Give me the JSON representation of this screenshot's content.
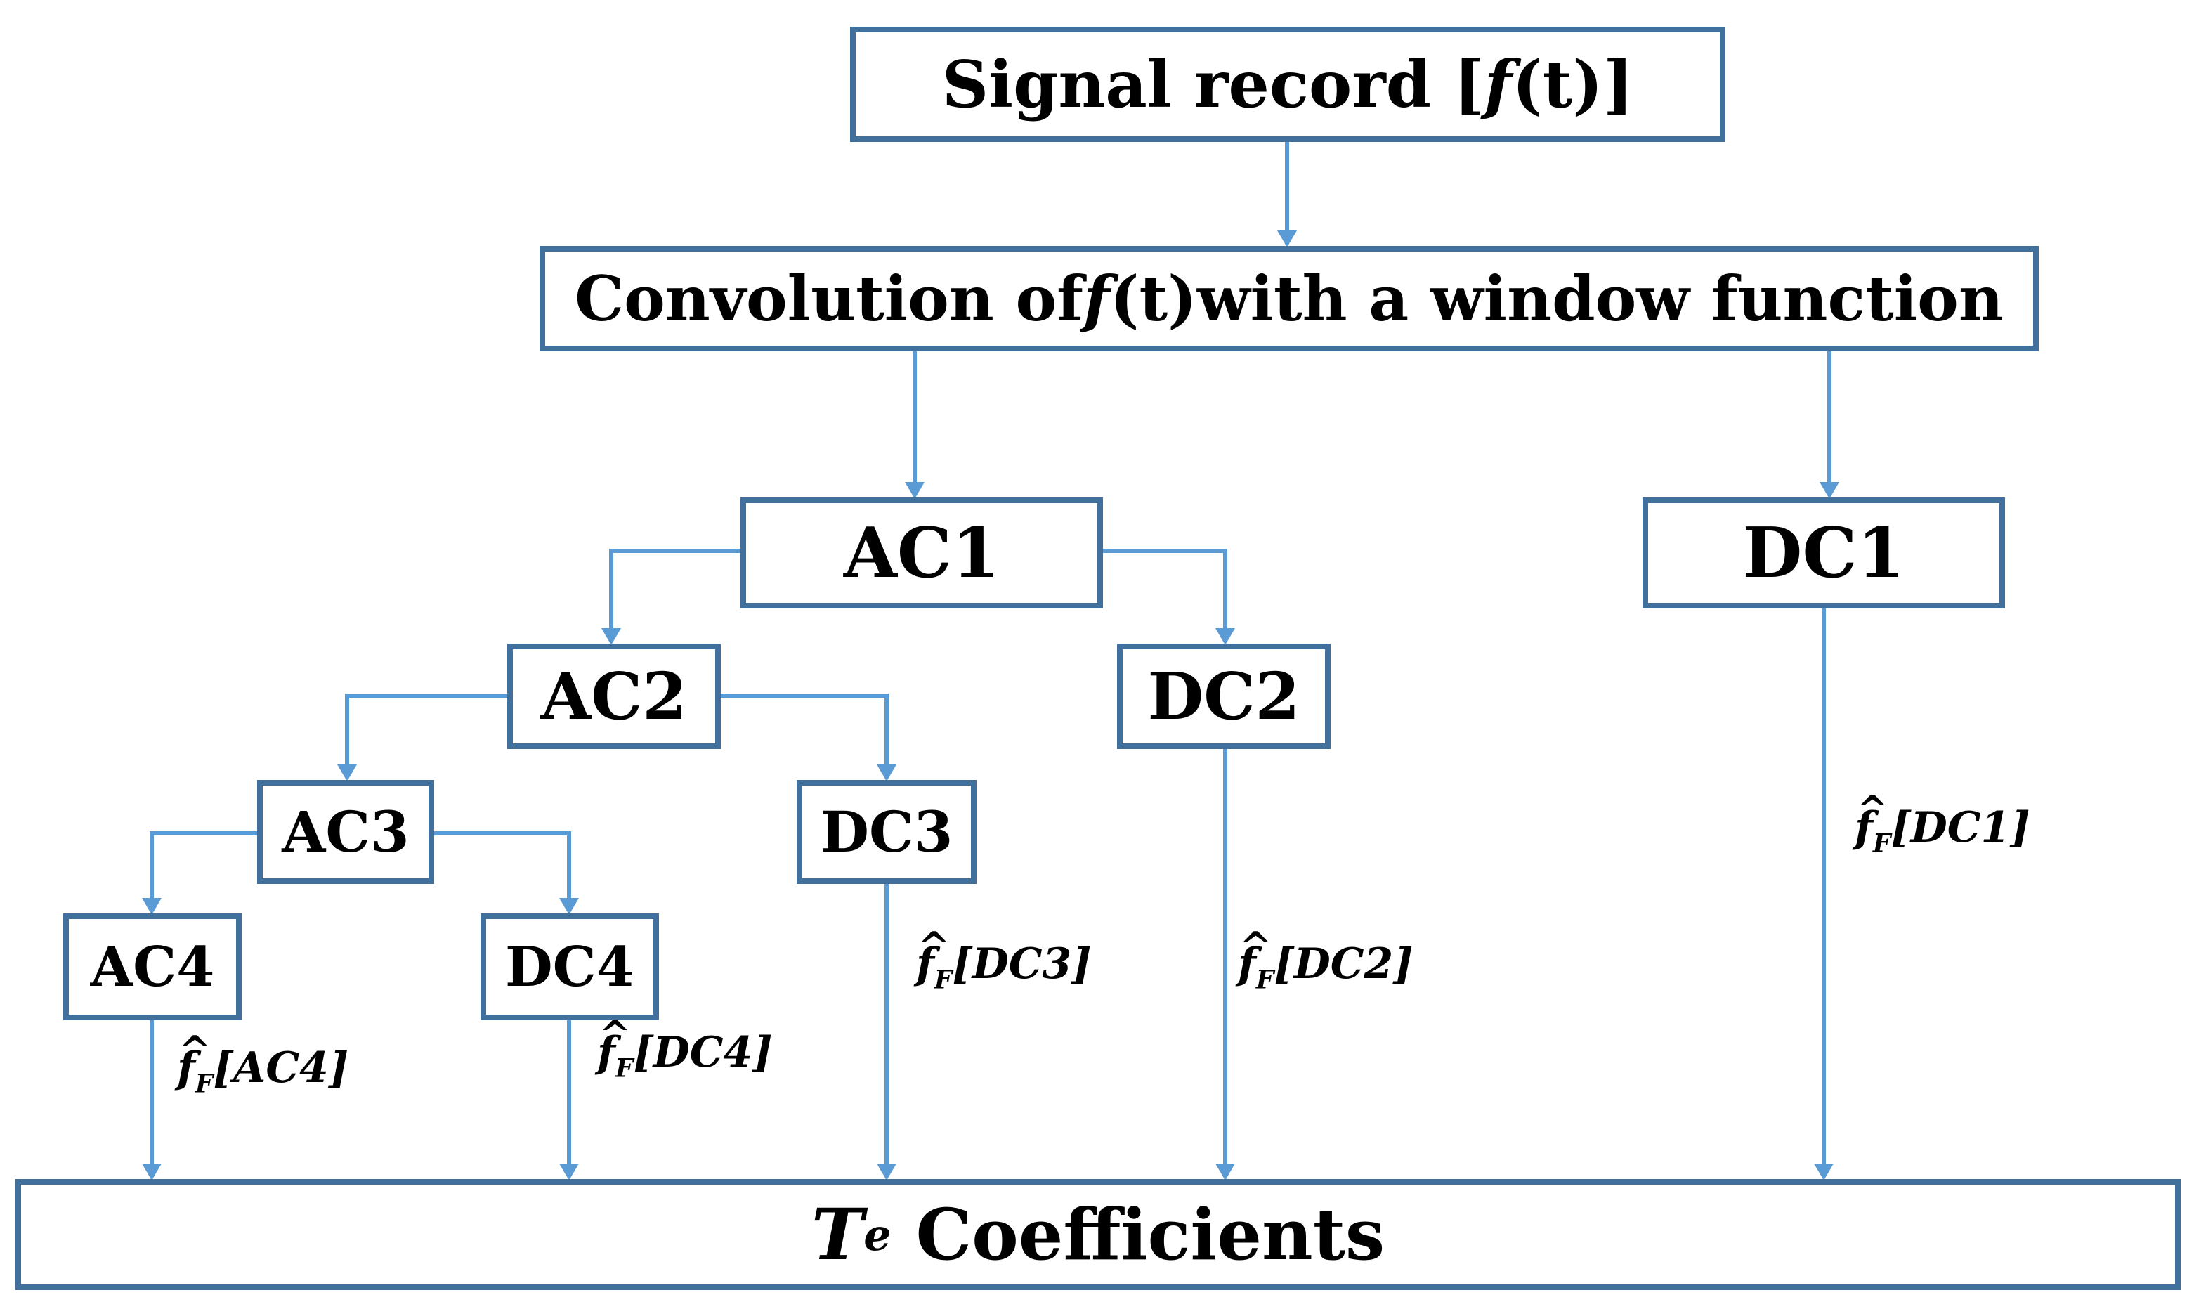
{
  "nodes": {
    "signal": {
      "prefix": "Signal record [",
      "fn": "f",
      "arg": "(t)",
      "suffix": "]"
    },
    "conv": {
      "prefix": "Convolution of ",
      "fn": "f",
      "arg": "(t)",
      "suffix": " with a window function"
    },
    "ac1": "AC1",
    "dc1": "DC1",
    "ac2": "AC2",
    "dc2": "DC2",
    "ac3": "AC3",
    "dc3": "DC3",
    "ac4": "AC4",
    "dc4": "DC4",
    "coef": {
      "symbol": "T",
      "sub": "e",
      "text": " Coefficients"
    }
  },
  "edge_labels": {
    "fn": "f",
    "sub": "F",
    "ac4": "[AC4]",
    "dc4": "[DC4]",
    "dc3": "[DC3]",
    "dc2": "[DC2]",
    "dc1": "[DC1]"
  },
  "colors": {
    "box_border": "#41709c",
    "connector": "#5b9bd5",
    "text": "#000000"
  }
}
